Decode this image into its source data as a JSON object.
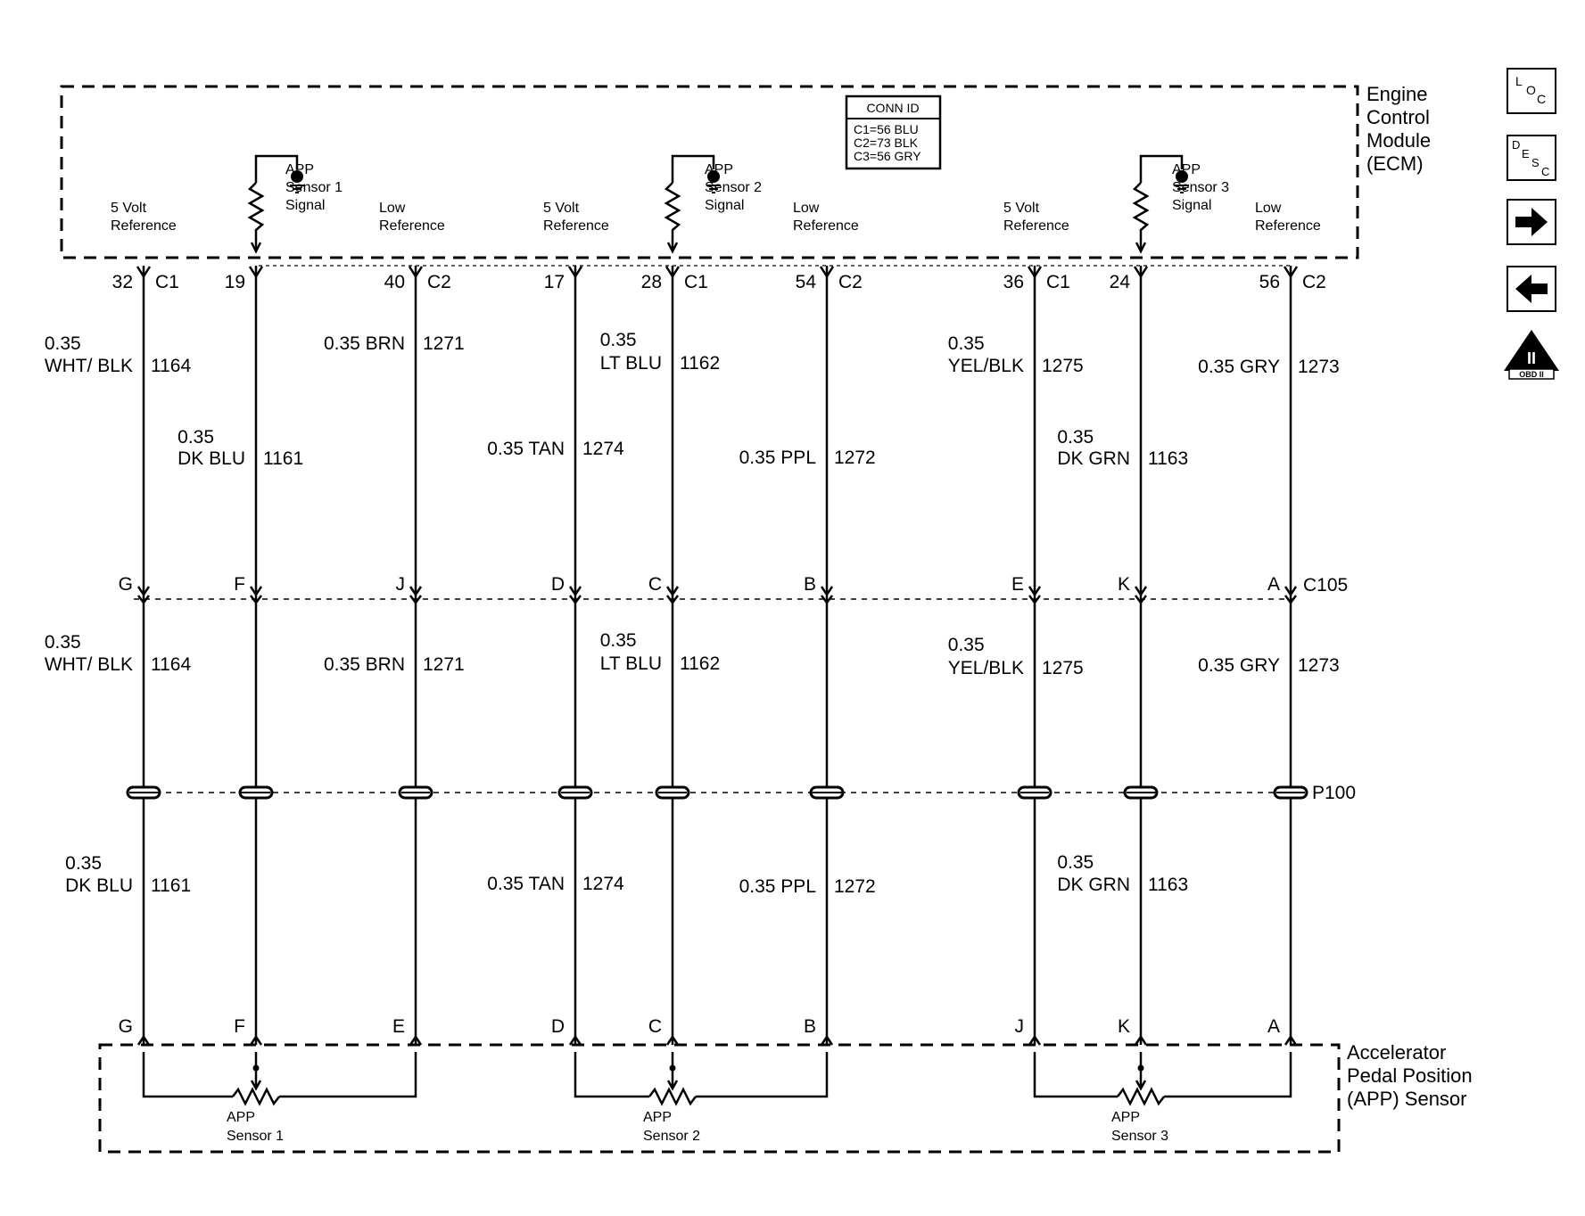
{
  "ecm": {
    "title_lines": [
      "Engine",
      "Control",
      "Module",
      "(ECM)"
    ],
    "conn_id": {
      "title": "CONN ID",
      "lines": [
        "C1=56 BLU",
        "C2=73 BLK",
        "C3=56 GRY"
      ]
    },
    "labels": [
      [
        "5 Volt",
        "Reference"
      ],
      [
        "APP",
        "Sensor 1",
        "Signal"
      ],
      [
        "Low",
        "Reference"
      ],
      [
        "5 Volt",
        "Reference"
      ],
      [
        "APP",
        "Sensor 2",
        "Signal"
      ],
      [
        "Low",
        "Reference"
      ],
      [
        "5 Volt",
        "Reference"
      ],
      [
        "APP",
        "Sensor 3",
        "Signal"
      ],
      [
        "Low",
        "Reference"
      ]
    ]
  },
  "circuits": [
    {
      "ecm_pin": "32",
      "ecm_conn": "C1",
      "c105_pin": "G",
      "sensor_pin": "G",
      "wire_upper": [
        "0.35",
        "WHT/ BLK"
      ],
      "circuit_upper": "1164",
      "wire_mid": [
        "0.35",
        "WHT/ BLK"
      ],
      "circuit_mid": "1164",
      "wire_lower": [
        "0.35",
        "DK BLU"
      ],
      "circuit_lower": "1161"
    },
    {
      "ecm_pin": "19",
      "ecm_conn": "",
      "c105_pin": "F",
      "sensor_pin": "F",
      "wire_upper": [
        "0.35",
        "DK BLU"
      ],
      "circuit_upper": "1161",
      "wire_mid": [],
      "circuit_mid": "",
      "wire_lower": [],
      "circuit_lower": ""
    },
    {
      "ecm_pin": "40",
      "ecm_conn": "C2",
      "c105_pin": "J",
      "sensor_pin": "E",
      "wire_upper": [
        "0.35 BRN"
      ],
      "circuit_upper": "1271",
      "wire_mid": [
        "0.35 BRN"
      ],
      "circuit_mid": "1271",
      "wire_lower": [],
      "circuit_lower": ""
    },
    {
      "ecm_pin": "17",
      "ecm_conn": "",
      "c105_pin": "D",
      "sensor_pin": "D",
      "wire_upper": [
        "0.35 TAN"
      ],
      "circuit_upper": "1274",
      "wire_mid": [],
      "circuit_mid": "",
      "wire_lower": [
        "0.35 TAN"
      ],
      "circuit_lower": "1274"
    },
    {
      "ecm_pin": "28",
      "ecm_conn": "C1",
      "c105_pin": "C",
      "sensor_pin": "C",
      "wire_upper": [
        "0.35",
        "LT BLU"
      ],
      "circuit_upper": "1162",
      "wire_mid": [
        "0.35",
        "LT BLU"
      ],
      "circuit_mid": "1162",
      "wire_lower": [],
      "circuit_lower": ""
    },
    {
      "ecm_pin": "54",
      "ecm_conn": "C2",
      "c105_pin": "B",
      "sensor_pin": "B",
      "wire_upper": [
        "0.35 PPL"
      ],
      "circuit_upper": "1272",
      "wire_mid": [],
      "circuit_mid": "",
      "wire_lower": [
        "0.35 PPL"
      ],
      "circuit_lower": "1272"
    },
    {
      "ecm_pin": "36",
      "ecm_conn": "C1",
      "c105_pin": "E",
      "sensor_pin": "J",
      "wire_upper": [
        "0.35",
        "YEL/BLK"
      ],
      "circuit_upper": "1275",
      "wire_mid": [
        "0.35",
        "YEL/BLK"
      ],
      "circuit_mid": "1275",
      "wire_lower": [],
      "circuit_lower": ""
    },
    {
      "ecm_pin": "24",
      "ecm_conn": "",
      "c105_pin": "K",
      "sensor_pin": "K",
      "wire_upper": [
        "0.35",
        "DK GRN"
      ],
      "circuit_upper": "1163",
      "wire_mid": [],
      "circuit_mid": "",
      "wire_lower": [
        "0.35",
        "DK GRN"
      ],
      "circuit_lower": "1163"
    },
    {
      "ecm_pin": "56",
      "ecm_conn": "C2",
      "c105_pin": "A",
      "sensor_pin": "A",
      "wire_upper": [
        "0.35 GRY"
      ],
      "circuit_upper": "1273",
      "wire_mid": [
        "0.35 GRY"
      ],
      "circuit_mid": "1273",
      "wire_lower": [],
      "circuit_lower": ""
    }
  ],
  "connector_c105": "C105",
  "connector_p100": "P100",
  "sensor": {
    "title_lines": [
      "Accelerator",
      "Pedal Position",
      "(APP) Sensor"
    ],
    "elements": [
      [
        "APP",
        "Sensor 1"
      ],
      [
        "APP",
        "Sensor 2"
      ],
      [
        "APP",
        "Sensor 3"
      ]
    ]
  },
  "nav": {
    "loc_icon": [
      "L",
      "O",
      "C"
    ],
    "desc_icon": [
      "D",
      "E",
      "S",
      "C"
    ],
    "obd_icon": [
      "II",
      "OBD II"
    ]
  }
}
